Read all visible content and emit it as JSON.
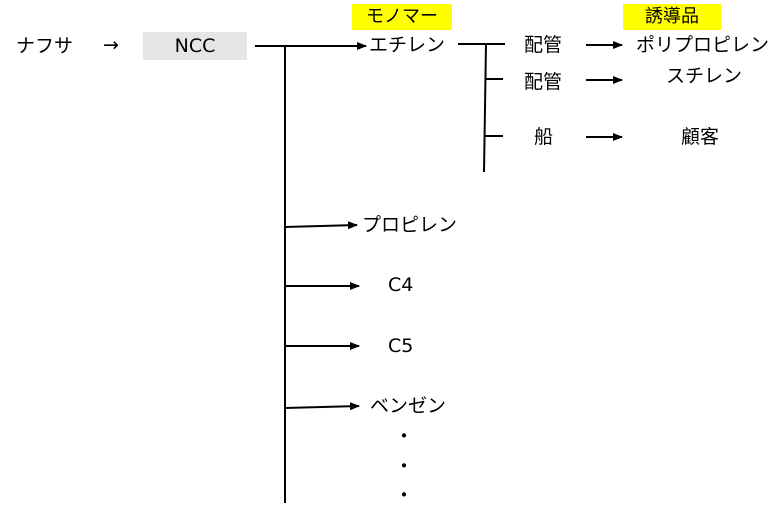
{
  "source": "ナフサ",
  "source_arrow": "→",
  "ncc": "NCC",
  "header_monomer": "モノマー",
  "header_derivative": "誘導品",
  "ethylene": "エチレン",
  "transport": [
    {
      "label": "配管",
      "product": "ポリプロピレン"
    },
    {
      "label": "配管",
      "product": "スチレン"
    },
    {
      "label": "船",
      "product": "顧客"
    }
  ],
  "monomers": [
    "プロピレン",
    "C4",
    "C5",
    "ベンゼン"
  ],
  "ellipsis": [
    "・",
    "・",
    "・"
  ],
  "colors": {
    "highlight": "#ffff00",
    "ncc_bg": "#e6e6e6",
    "line": "#000000"
  }
}
